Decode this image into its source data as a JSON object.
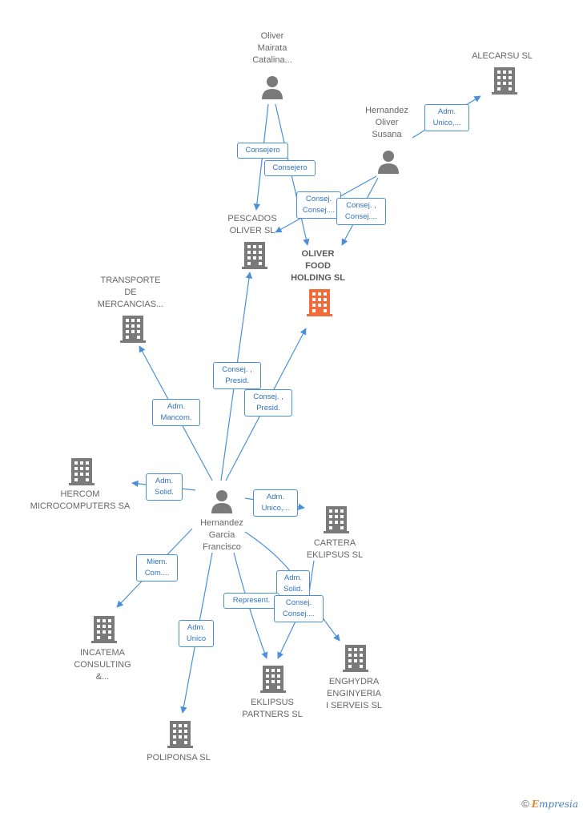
{
  "colors": {
    "accent": "#4a90d9",
    "highlight": "#f26b3a",
    "node": "#7a7a7a"
  },
  "nodes": {
    "oliver_mairata": {
      "label": "Oliver\nMairata\nCatalina...",
      "kind": "person"
    },
    "alecarsu": {
      "label": "ALECARSU  SL",
      "kind": "company"
    },
    "hernandez_oliver": {
      "label": "Hernandez\nOliver\nSusana",
      "kind": "person"
    },
    "pescados": {
      "label": "PESCADOS\nOLIVER SL",
      "kind": "company"
    },
    "oliver_food": {
      "label": "OLIVER\nFOOD\nHOLDING  SL",
      "kind": "company-main"
    },
    "transporte": {
      "label": "TRANSPORTE\nDE\nMERCANCIAS...",
      "kind": "company"
    },
    "hercom": {
      "label": "HERCOM\nMICROCOMPUTERS SA",
      "kind": "company"
    },
    "hernandez_garcia": {
      "label": "Hernandez\nGarcia\nFrancisco",
      "kind": "person"
    },
    "cartera": {
      "label": "CARTERA\nEKLIPSUS SL",
      "kind": "company"
    },
    "incatema": {
      "label": "INCATEMA\nCONSULTING\n&...",
      "kind": "company"
    },
    "eklipsus_partners": {
      "label": "EKLIPSUS\nPARTNERS  SL",
      "kind": "company"
    },
    "enghydra": {
      "label": "ENGHYDRA\nENGINYERIA\nI SERVEIS  SL",
      "kind": "company"
    },
    "poliponsa": {
      "label": "POLIPONSA  SL",
      "kind": "company"
    }
  },
  "relations": {
    "adm_alecarsu": "Adm.\nUnico,...",
    "consejero_1": "Consejero",
    "consejero_2": "Consejero",
    "consej_a": "Consej.\nConsej....",
    "consej_b": "Consej. ,\nConsej....",
    "consej_presid_1": "Consej. ,\nPresid.",
    "consej_presid_2": "Consej. ,\nPresid.",
    "adm_mancom": "Adm.\nMancom.",
    "adm_solid_hercom": "Adm.\nSolid.",
    "adm_unico_cartera": "Adm.\nUnico,...",
    "miem_com": "Miem.\nCom....",
    "adm_solid_enghydra": "Adm.\nSolid.",
    "represent": "Represent.",
    "consej_eklipsus": "Consej.\nConsej....",
    "adm_unico_poliponsa": "Adm.\nUnico"
  },
  "footer": {
    "copyright": "©",
    "brand_e": "E",
    "brand_rest": "mpresia"
  }
}
